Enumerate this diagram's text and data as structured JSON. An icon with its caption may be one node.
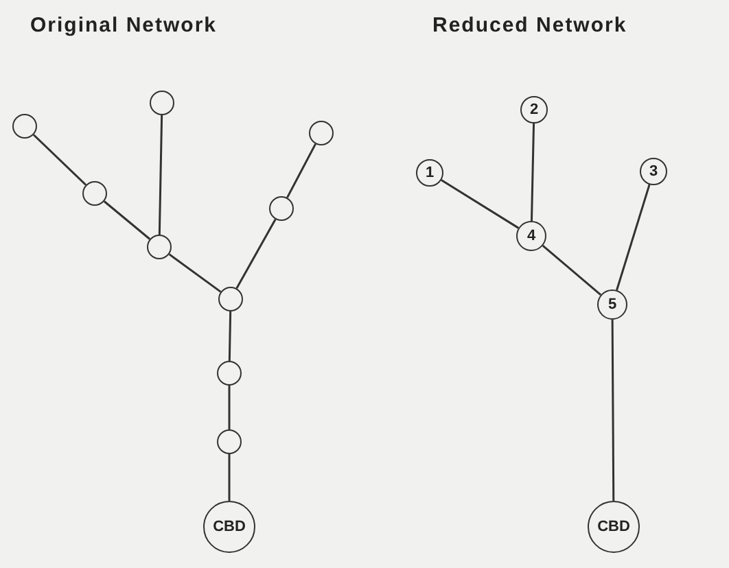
{
  "diagram": {
    "nodes": [
      {
        "text": [],
        "shape": "circle"
      },
      {
        "text": [],
        "shape": "circle"
      },
      {
        "text": [],
        "shape": "circle"
      },
      {
        "text": [],
        "shape": "circle"
      },
      {
        "text": [],
        "shape": "circle"
      },
      {
        "text": [],
        "shape": "circle"
      },
      {
        "text": [],
        "shape": "circle"
      },
      {
        "text": [],
        "shape": "circle"
      },
      {
        "text": [],
        "shape": "circle"
      },
      {
        "text": [
          "CBD"
        ]
      },
      {
        "text": [
          "1"
        ]
      },
      {
        "text": [
          "2"
        ]
      },
      {
        "text": [
          "3"
        ]
      },
      {
        "text": [
          "4"
        ]
      },
      {
        "text": [
          "5"
        ]
      },
      {
        "text": [
          "CBD"
        ]
      }
    ],
    "edges": [
      {
        "from": 0,
        "to": 1,
        "arrow": "none"
      },
      {
        "from": 1,
        "to": 3,
        "arrow": "none"
      },
      {
        "from": 2,
        "to": 3,
        "arrow": "none"
      },
      {
        "from": 3,
        "to": 6,
        "arrow": "none"
      },
      {
        "from": 4,
        "to": 5,
        "arrow": "none"
      },
      {
        "from": 5,
        "to": 6,
        "arrow": "none"
      },
      {
        "from": 6,
        "to": 7,
        "arrow": "none"
      },
      {
        "from": 7,
        "to": 8,
        "arrow": "none"
      },
      {
        "from": 8,
        "to": 9,
        "arrow": "none"
      },
      {
        "from": 10,
        "to": 13,
        "arrow": "none"
      },
      {
        "from": 11,
        "to": 13,
        "arrow": "none"
      },
      {
        "from": 13,
        "to": 14,
        "arrow": "none"
      },
      {
        "from": 12,
        "to": 14,
        "arrow": "none"
      },
      {
        "from": 14,
        "to": 15,
        "arrow": "none"
      }
    ],
    "labels": [
      "Original Network",
      "Reduced Network"
    ]
  }
}
